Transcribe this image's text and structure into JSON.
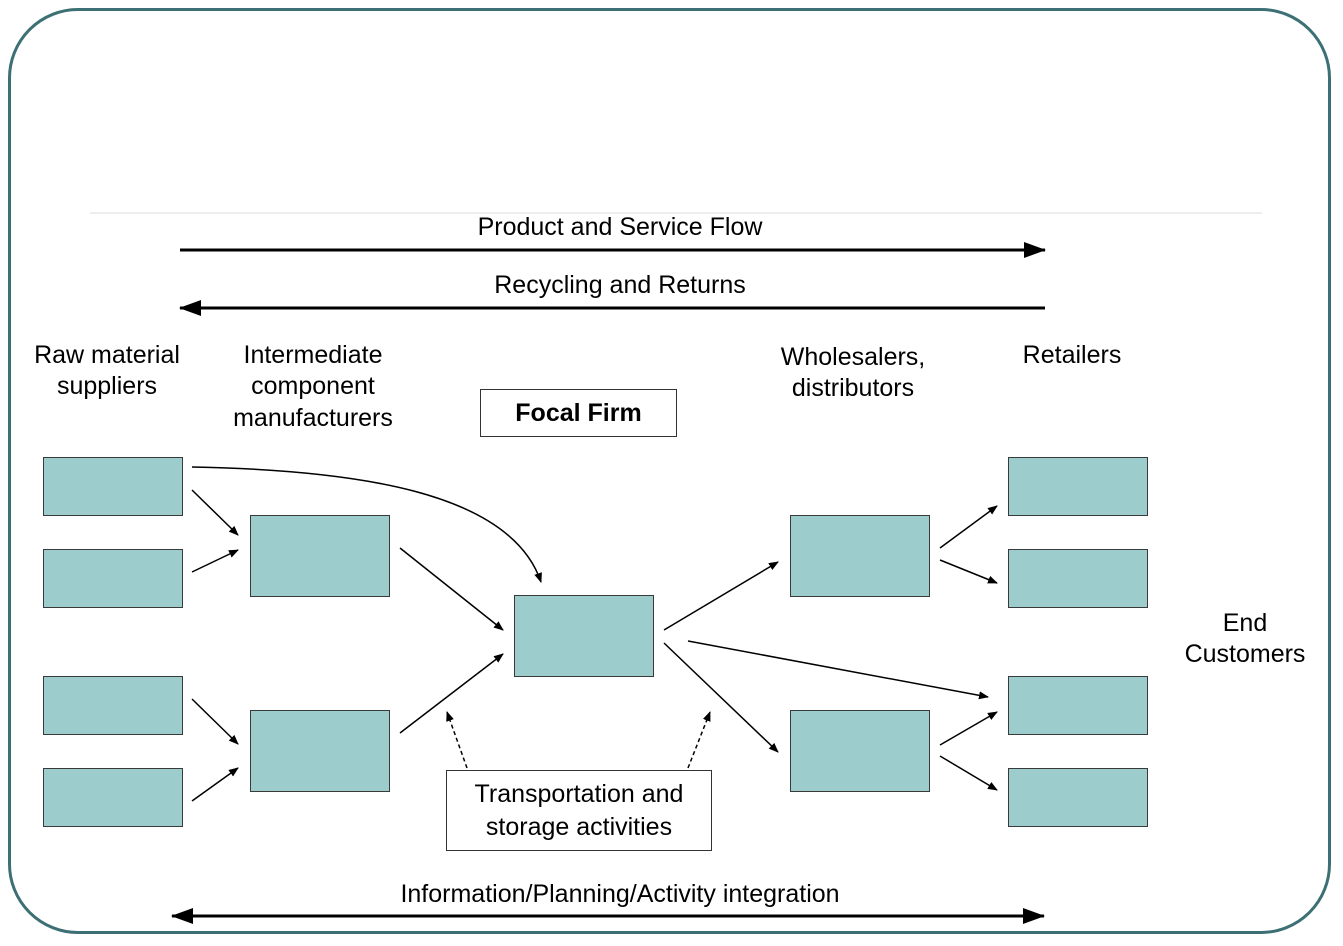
{
  "flows": {
    "product_service": "Product and Service Flow",
    "recycling_returns": "Recycling and Returns",
    "information_integration": "Information/Planning/Activity integration"
  },
  "tiers": {
    "raw_material": "Raw material\nsuppliers",
    "intermediate": "Intermediate\ncomponent\nmanufacturers",
    "focal_firm": "Focal Firm",
    "wholesalers": "Wholesalers,\ndistributors",
    "retailers": "Retailers",
    "end_customers": "End\nCustomers"
  },
  "transport": "Transportation and\nstorage activities",
  "colors": {
    "node_fill": "#9ccdcc",
    "frame": "#3c7074"
  }
}
